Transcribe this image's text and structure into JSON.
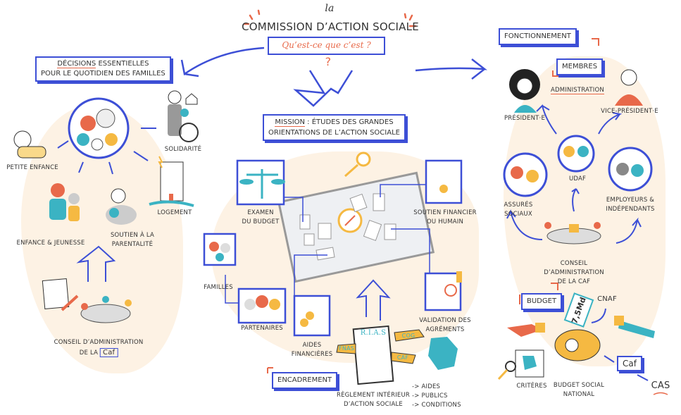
{
  "header": {
    "pre_title": "la",
    "title": "COMMISSION D’ACTION SOCIALE",
    "banner": "Qu’est-ce que c’est ?",
    "question_mark": "?"
  },
  "decisions": {
    "title_line1_underlined": "DÉCISIONS",
    "title_line1_rest": " ESSENTIELLES",
    "title_line2": "POUR LE QUOTIDIEN DES FAMILLES",
    "items": [
      "SOLIDARITÉ",
      "PETITE ENFANCE",
      "LOGEMENT",
      "ENFANCE & JEUNESSE",
      "SOUTIEN À LA",
      "PARENTALITÉ"
    ],
    "council_line1": "CONSEIL D’ADMINISTRATION",
    "council_line2": "DE LA",
    "council_logo": "Caf"
  },
  "mission": {
    "title_underlined": "MISSION",
    "title_rest": " : ÉTUDES DES GRANDES",
    "title_line2": "ORIENTATIONS DE L’ACTION SOCIALE",
    "items": {
      "examen": [
        "EXAMEN",
        "DU BUDGET"
      ],
      "soutien": [
        "SOUTIEN FINANCIER",
        "OU HUMAIN"
      ],
      "familles": "FAMILLES",
      "partenaires": "PARTENAIRES",
      "aides": [
        "AIDES",
        "FINANCIÈRES"
      ],
      "validation": [
        "VALIDATION DES",
        "AGRÉMENTS"
      ]
    }
  },
  "encadrement": {
    "title": "ENCADREMENT",
    "document_label": "R.I.A.S",
    "signs": [
      "COG",
      "FNAS",
      "CAF"
    ],
    "reglement": [
      "RÈGLEMENT INTÉRIEUR",
      "D’ACTION SOCIALE"
    ],
    "list": [
      "-> AIDES",
      "-> PUBLICS",
      "-> CONDITIONS"
    ]
  },
  "fonctionnement": {
    "title": "FONCTIONNEMENT",
    "membres": "MEMBRES",
    "administration": "ADMINISTRATION",
    "president": "PRÉSIDENT·E",
    "vice_president": "VICE-PRÉSIDENT·E",
    "udaf": "UDAF",
    "assures": [
      "ASSURÉS",
      "SOCIAUX"
    ],
    "employeurs": [
      "EMPLOYEURS &",
      "INDÉPENDANTS"
    ],
    "conseil": [
      "CONSEIL",
      "D’ADMINISTRATION",
      "DE LA CAF"
    ]
  },
  "budget": {
    "title": "BUDGET",
    "ticket": "7,5Md",
    "cnaf": "CNAF",
    "criteres": "CRITÈRES",
    "budget_social": [
      "BUDGET SOCIAL",
      "NATIONAL"
    ],
    "caf": "Caf",
    "cas": "CAS"
  },
  "colors": {
    "accent_blue": "#3d4fd6",
    "accent_orange": "#e8694a",
    "background_blob": "#fdf2e4",
    "teal": "#3bb3c3",
    "yellow": "#f5b942"
  }
}
